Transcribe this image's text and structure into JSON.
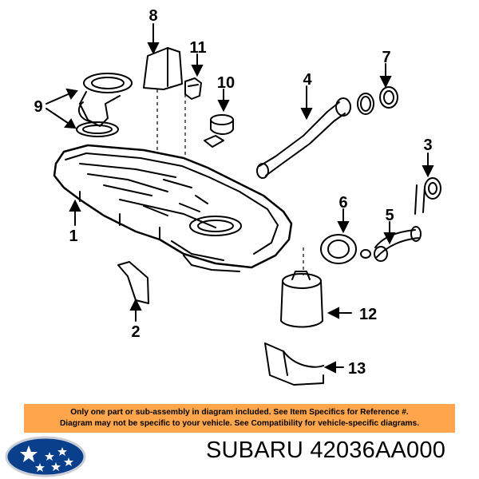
{
  "diagram": {
    "callouts": [
      "1",
      "2",
      "3",
      "4",
      "5",
      "6",
      "7",
      "8",
      "9",
      "10",
      "11",
      "12",
      "13"
    ]
  },
  "notice": {
    "line1": "Only one part or sub-assembly in diagram included. See Item Specifics for Reference #.",
    "line2": "Diagram may not be specific to your vehicle. See Compatibility for vehicle-specific diagrams.",
    "background_color": "#ffa64d"
  },
  "caption": {
    "part_text": "SUBARU 42036AA000"
  },
  "logo": {
    "icon": "subaru-logo",
    "oval_color": "#0a3f8c"
  }
}
